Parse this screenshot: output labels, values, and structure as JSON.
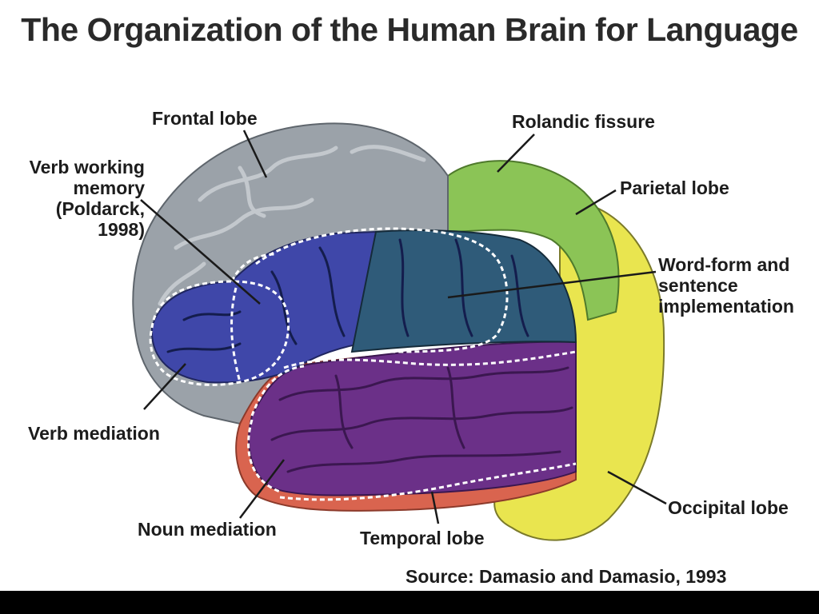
{
  "title": "The Organization of the Human Brain for Language",
  "labels": {
    "frontal_lobe": "Frontal lobe",
    "rolandic_fissure": "Rolandic fissure",
    "parietal_lobe": "Parietal lobe",
    "verb_working_memory": [
      "Verb working",
      "memory",
      "(Poldarck,",
      "1998)"
    ],
    "word_form": [
      "Word-form and",
      "sentence",
      "implementation"
    ],
    "verb_mediation": "Verb mediation",
    "noun_mediation": "Noun mediation",
    "temporal_lobe": "Temporal lobe",
    "occipital_lobe": "Occipital lobe"
  },
  "source": "Source: Damasio and Damasio, 1993",
  "colors": {
    "frontal": "#9aa1a8",
    "frontal_dark": "#6f767d",
    "parietal": "#8cc455",
    "occipital": "#e8e44e",
    "temporal_rim": "#d9634e",
    "purple": "#6a2f86",
    "blue": "#3f46a8",
    "teal": "#2f5a78",
    "dashed": "#ffffff",
    "leader": "#1a1a1a"
  }
}
